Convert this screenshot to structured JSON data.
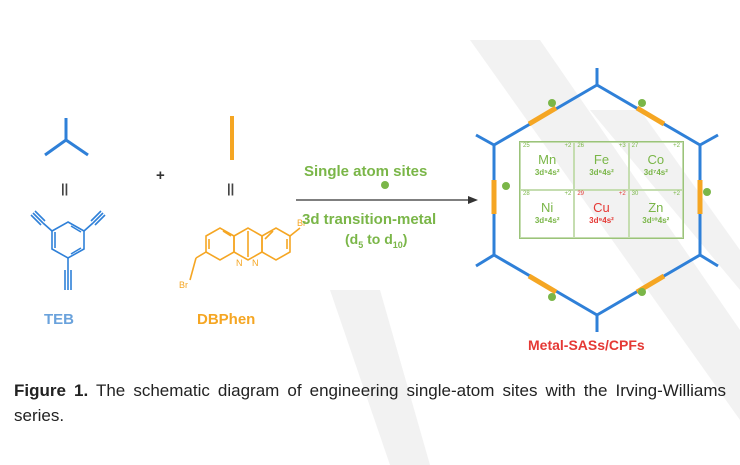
{
  "molecules": {
    "teb_label": "TEB",
    "dbphen_label": "DBPhen",
    "plus": "+",
    "equals": "||",
    "br": "Br",
    "n": "N"
  },
  "arrow": {
    "top_label": "Single atom sites",
    "bottom_label_line1": "3d transition-metal",
    "bottom_label_line2": "(d5 to d10)"
  },
  "elements": [
    {
      "number": "25",
      "charge": "+2",
      "symbol": "Mn",
      "config": "3d⁵4s²",
      "highlight": false
    },
    {
      "number": "26",
      "charge": "+3",
      "symbol": "Fe",
      "config": "3d⁶4s²",
      "highlight": false
    },
    {
      "number": "27",
      "charge": "+2",
      "symbol": "Co",
      "config": "3d⁷4s²",
      "highlight": false
    },
    {
      "number": "28",
      "charge": "+2",
      "symbol": "Ni",
      "config": "3d⁸4s²",
      "highlight": false
    },
    {
      "number": "29",
      "charge": "+2",
      "symbol": "Cu",
      "config": "3d⁹4s²",
      "highlight": true
    },
    {
      "number": "30",
      "charge": "+2",
      "symbol": "Zn",
      "config": "3d¹⁰4s²",
      "highlight": false
    }
  ],
  "framework_label": "Metal-SASs/CPFs",
  "caption": {
    "prefix": "Figure 1.",
    "text": "The schematic diagram of engineering single-atom sites with the Irving-Williams series."
  },
  "colors": {
    "blue": "#2f80d8",
    "orange": "#f5a623",
    "green": "#7ab648",
    "red": "#e53935"
  }
}
